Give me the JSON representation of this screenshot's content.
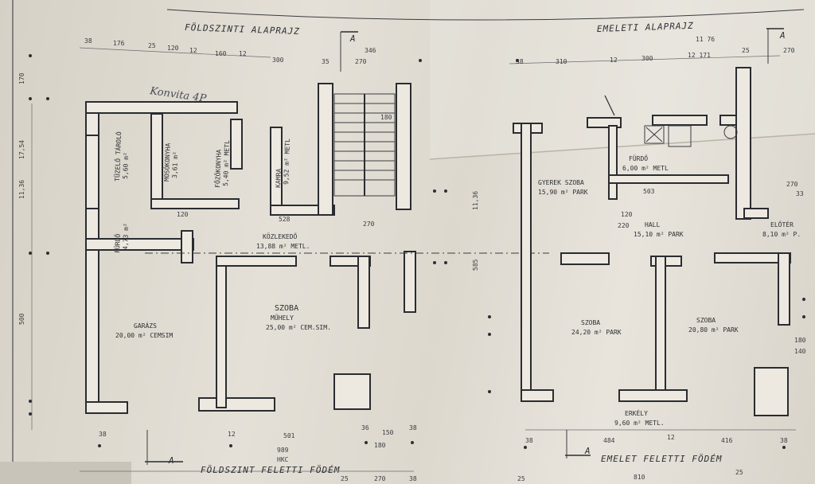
{
  "titles": {
    "ground_floor": "FÖLDSZINTI ALAPRAJZ",
    "upper_floor": "EMELETI ALAPRAJZ",
    "ground_slab": "FÖLDSZINT FELETTI FÖDÉM",
    "upper_slab": "EMELET FELETTI FÖDÉM"
  },
  "section": {
    "marker": "A"
  },
  "notes": {
    "handwritten": "Konvita 4P"
  },
  "rooms": {
    "garazs": {
      "name": "GARÁZS",
      "area": "20,00 m² CEMSIM"
    },
    "szoba_ground": {
      "name": "SZOBA",
      "subname": "MŰHELY",
      "area": "25,00 m² CEM.SIM."
    },
    "kozlekedo": {
      "name": "KÖZLEKEDŐ",
      "area": "13,88 m² METL."
    },
    "tuzelo": {
      "name": "TÜZELŐ TÁROLÓ",
      "area": "5,60 m²"
    },
    "moso": {
      "name": "MOSÓKONYHA",
      "area": "3,61 m²"
    },
    "fozo": {
      "name": "FŐZŐKONYHA",
      "area": "5,40 m² METL"
    },
    "kamra": {
      "name": "KAMRA",
      "area": "9,52 m² METL"
    },
    "fuszoba": {
      "name": "FÜRDŐ",
      "area": "4,73 m²"
    },
    "gyerek": {
      "name": "GYEREK SZOBA",
      "area": "15,90 m² PARK"
    },
    "furdo": {
      "name": "FÜRDŐ",
      "area": "6,00 m² METL"
    },
    "hall": {
      "name": "HALL",
      "area": "15,10 m² PARK"
    },
    "eloter": {
      "name": "ELŐTÉR",
      "area": "8,10 m² P."
    },
    "szoba_upper_1": {
      "name": "SZOBA",
      "area": "24,20 m² PARK"
    },
    "szoba_upper_2": {
      "name": "SZOBA",
      "area": "20,80 m² PARK"
    },
    "erkely": {
      "name": "ERKÉLY",
      "area": "9,60 m² METL."
    }
  },
  "dims": {
    "g_top": [
      "38",
      "176",
      "25",
      "120",
      "12",
      "160",
      "12",
      "300",
      "346",
      "270",
      "35"
    ],
    "g_mid": [
      "528",
      "270",
      "120",
      "180"
    ],
    "g_mid_extra": [],
    "g_bottom": [
      "38",
      "12",
      "501",
      "36",
      "150",
      "38",
      "180",
      "989",
      "HKC",
      "25",
      "270",
      "38"
    ],
    "u_top": [
      "38",
      "310",
      "12",
      "300",
      "12 171",
      "11 76",
      "25",
      "270"
    ],
    "u_mid": [
      "503",
      "120",
      "220",
      "270",
      "180",
      "140",
      "33"
    ],
    "u_bottom": [
      "38",
      "484",
      "12",
      "416",
      "38",
      "810",
      "25",
      "25"
    ],
    "g_side": [
      "170",
      "17,54",
      "11,36",
      "500"
    ],
    "u_side": [
      "11,36",
      "585"
    ]
  }
}
